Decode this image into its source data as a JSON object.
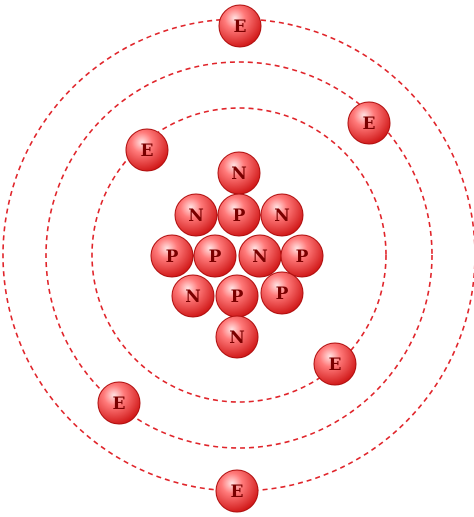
{
  "colors": {
    "orbit": "#e0242a",
    "particle_light": "#ffd6d6",
    "particle_mid": "#ff6a6a",
    "particle_dark": "#d81e1e",
    "particle_edge": "#b01010",
    "label": "#7a0000"
  },
  "nucleus": [
    {
      "label": "N"
    },
    {
      "label": "N"
    },
    {
      "label": "P"
    },
    {
      "label": "N"
    },
    {
      "label": "P"
    },
    {
      "label": "P"
    },
    {
      "label": "N"
    },
    {
      "label": "P"
    },
    {
      "label": "N"
    },
    {
      "label": "P"
    },
    {
      "label": "P"
    },
    {
      "label": "N"
    }
  ],
  "orbits": [
    {
      "name": "inner-shell",
      "electrons": [
        {
          "label": "E"
        },
        {
          "label": "E"
        }
      ]
    },
    {
      "name": "middle-shell",
      "electrons": [
        {
          "label": "E"
        },
        {
          "label": "E"
        }
      ]
    },
    {
      "name": "outer-shell",
      "electrons": [
        {
          "label": "E"
        },
        {
          "label": "E"
        }
      ]
    }
  ]
}
